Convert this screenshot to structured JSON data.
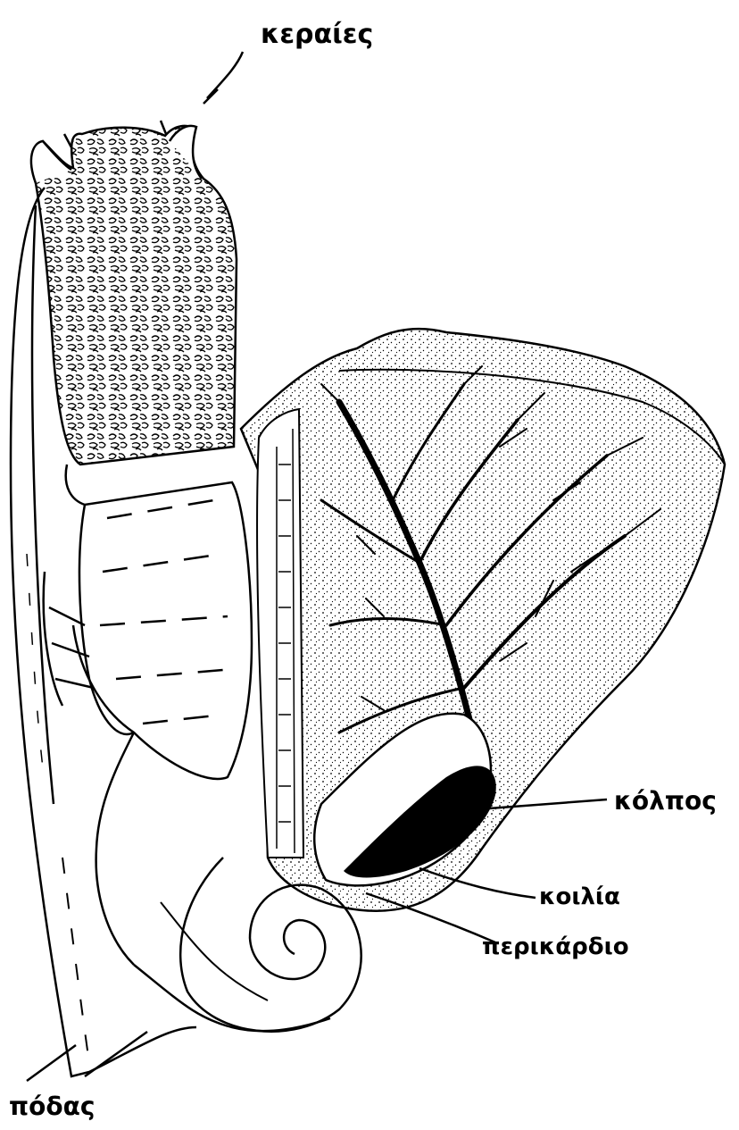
{
  "labels": {
    "tentacles": "κεραίες",
    "sinus": "κόλπος",
    "ventricle": "κοιλία",
    "pericardium": "περικάρδιο",
    "foot": "πόδας"
  },
  "colors": {
    "ink": "#000000",
    "paper": "#ffffff"
  }
}
